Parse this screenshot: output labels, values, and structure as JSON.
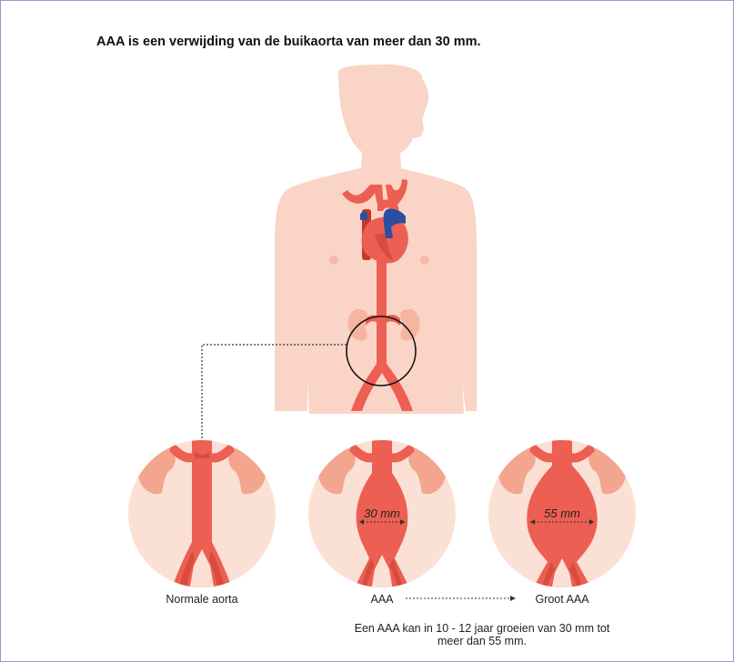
{
  "title": "AAA is een verwijding van de buikaorta van meer dan 30 mm.",
  "panels": [
    {
      "label": "Normale aorta",
      "measurement": ""
    },
    {
      "label": "AAA",
      "measurement": "30 mm"
    },
    {
      "label": "Groot AAA",
      "measurement": "55 mm"
    }
  ],
  "note": {
    "line1": "Een AAA kan in 10 - 12 jaar groeien van 30 mm tot",
    "line2": "meer dan 55 mm."
  },
  "colors": {
    "skin": "#fad4c6",
    "aorta": "#ec5f52",
    "kidney": "#f6b5a0",
    "vein": "#2a4fa0",
    "frame": "#8f9ac9"
  }
}
